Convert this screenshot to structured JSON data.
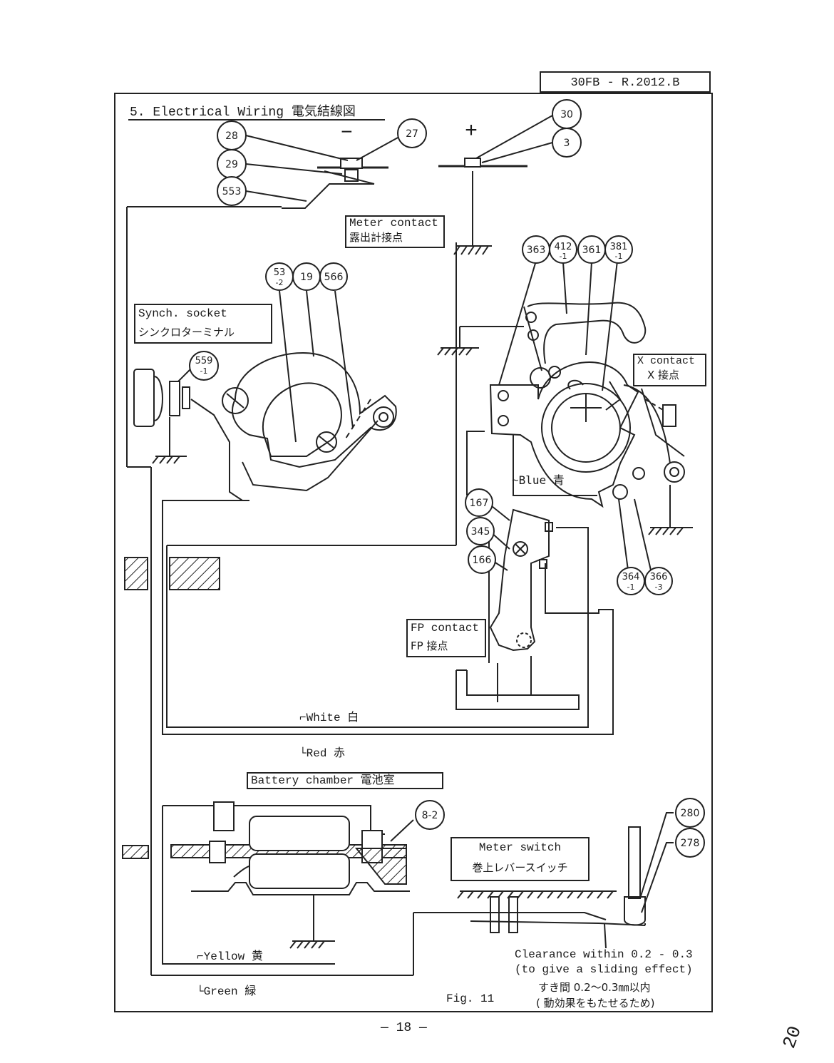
{
  "header": {
    "doc_id": "30FB - R.2012.B"
  },
  "section": {
    "title": "5.  Electrical  Wiring   電気結線図"
  },
  "polarity": {
    "minus": "−",
    "plus": "+"
  },
  "callouts": {
    "c28": "28",
    "c29": "29",
    "c553": "553",
    "c27": "27",
    "c30": "30",
    "c3": "3",
    "c363": "363",
    "c412": [
      "412",
      "-1"
    ],
    "c361": "361",
    "c381": [
      "381",
      "-1"
    ],
    "c53": [
      "53",
      "-2"
    ],
    "c19": "19",
    "c566": "566",
    "c559": [
      "559",
      "-1"
    ],
    "c167": "167",
    "c345": "345",
    "c166": "166",
    "c364": [
      "364",
      "-1"
    ],
    "c366": [
      "366",
      "-3"
    ],
    "c8_2": "8-2",
    "c280": "280",
    "c278": "278"
  },
  "boxes": {
    "meter_contact": {
      "en": "Meter contact",
      "ja": "露出計接点"
    },
    "synch_socket": {
      "en": "Synch.  socket",
      "ja": "シンクロターミナル"
    },
    "x_contact": {
      "en": "X contact",
      "ja": "X 接点"
    },
    "fp_contact": {
      "en": "FP contact",
      "ja": "FP 接点"
    },
    "battery_chamber": {
      "en": "Battery chamber  電池室"
    },
    "meter_switch": {
      "en": "Meter switch",
      "ja": "巻上レバースイッチ"
    }
  },
  "wires": {
    "blue": "Blue 青",
    "white": "White 白",
    "red": "Red 赤",
    "yellow": "Yellow 黄",
    "green": "Green 緑"
  },
  "notes": {
    "clearance_1": "Clearance within 0.2 - 0.3",
    "clearance_2": "(to give a sliding effect)",
    "clearance_3": "すき間 0.2〜0.3㎜以内",
    "clearance_4": "( 動効果をもたせるため)"
  },
  "figure": {
    "label": "Fig. 11"
  },
  "footer": {
    "page_number": "— 18 —",
    "corner_mark": "20"
  }
}
